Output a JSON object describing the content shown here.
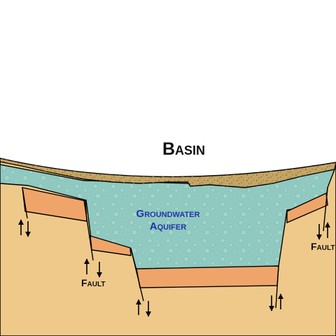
{
  "labels": {
    "basin": "Basin",
    "aquifer_line1": "Groundwater",
    "aquifer_line2": "Aquifer",
    "fault_left": "Fault",
    "fault_right": "Fault"
  },
  "colors": {
    "background": "#ffffff",
    "bedrock": "#efc98a",
    "orange_layer": "#efa56a",
    "aquifer_water": "#8fc9bf",
    "sediment": "#c4a565",
    "outline": "#000000",
    "aquifer_text": "#2233aa"
  },
  "icons": [
    "fault-motion-arrows-icon"
  ]
}
